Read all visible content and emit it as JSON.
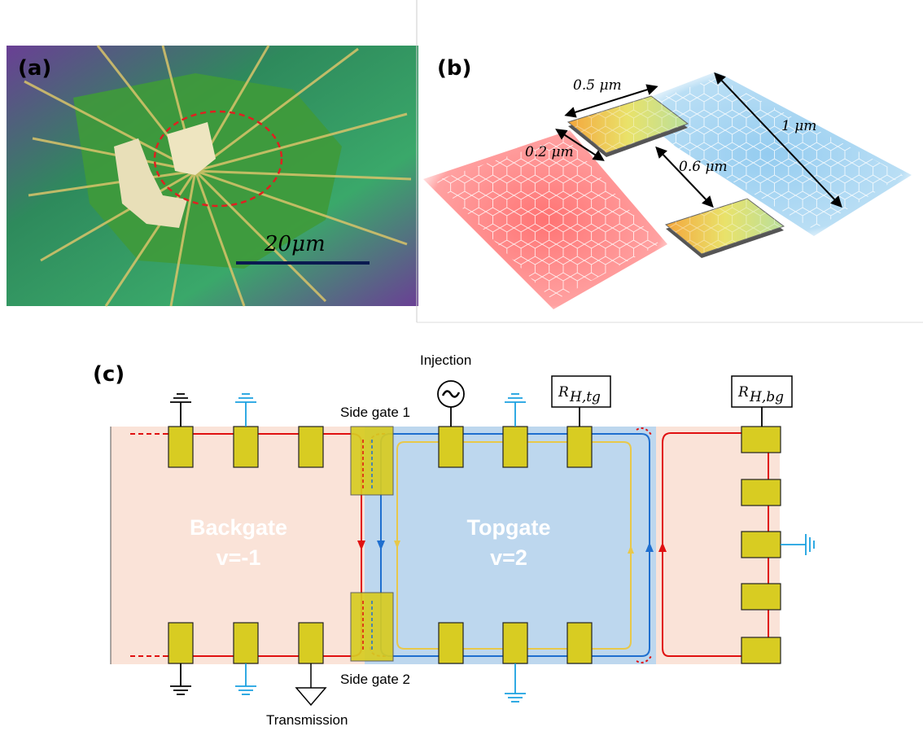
{
  "panel_a": {
    "label": "(a)",
    "scalebar_label": "20μm"
  },
  "panel_b": {
    "label": "(b)",
    "dims": {
      "gate_width": "0.5 μm",
      "gate_gap_left": "0.2 μm",
      "gate_separation": "0.6 μm",
      "channel_length": "1 μm"
    }
  },
  "panel_c": {
    "label": "(c)",
    "injection_label": "Injection",
    "side_gate_1": "Side gate 1",
    "side_gate_2": "Side gate 2",
    "transmission_label": "Transmission",
    "backgate_line1": "Backgate",
    "backgate_line2": "v=-1",
    "topgate_line1": "Topgate",
    "topgate_line2": "v=2",
    "r_tg": "R",
    "r_tg_sub": "H,tg",
    "r_bg": "R",
    "r_bg_sub": "H,bg"
  },
  "colors": {
    "backgate_bg": "#fae3d8",
    "topgate_bg": "#bdd7ee",
    "pad": "#d8cc22",
    "edge_red": "#e01010",
    "edge_blue": "#1f6fcf",
    "edge_yellow": "#e8c84a",
    "ground_blue": "#1aa0e0"
  }
}
